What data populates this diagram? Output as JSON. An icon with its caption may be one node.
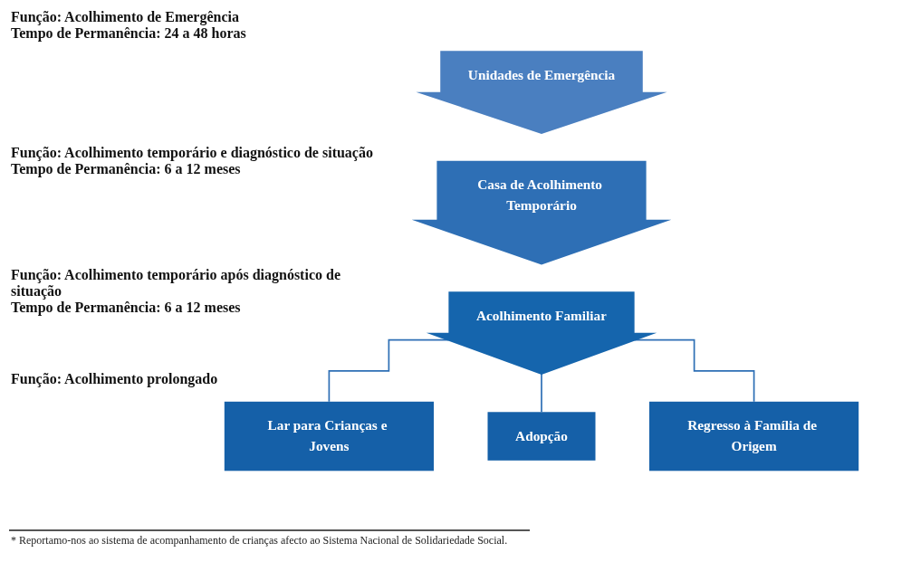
{
  "diagram": {
    "nodes": [
      {
        "text": [
          "Unidades de Emergência"
        ],
        "beside": [
          "Função: Acolhimento de Emergência",
          "Tempo de Permanência: 24 a 48 horas"
        ]
      },
      {
        "text": [
          "Casa de Acolhimento Temporário"
        ],
        "beside": [
          "Função: Acolhimento temporário e diagnóstico de situação",
          "Tempo de Permanência: 6 a 12 meses"
        ]
      },
      {
        "text": [
          "Acolhimento Familiar"
        ],
        "beside": [
          "Função: Acolhimento temporário após diagnóstico de situação",
          "Tempo de Permanência: 6 a 12 meses"
        ]
      },
      {
        "text": [
          "Lar para Crianças e Jovens"
        ]
      },
      {
        "text": [
          "Adopção"
        ]
      },
      {
        "text": [
          "Regresso à Família de Origem"
        ]
      }
    ],
    "edges": [
      {
        "from": 2,
        "to": 3,
        "arrow": "none"
      },
      {
        "from": 2,
        "to": 4,
        "arrow": "none"
      },
      {
        "from": 2,
        "to": 5,
        "arrow": "none"
      }
    ],
    "labels": [
      "Função: Acolhimento prolongado",
      "* Reportamo-nos ao sistema de acompanhamento de crianças afecto ao Sistema Nacional de Solidariedade Social."
    ]
  }
}
